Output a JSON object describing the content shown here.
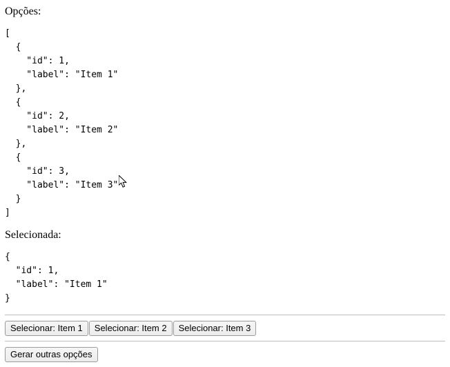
{
  "sections": {
    "options": {
      "heading": "Opções:",
      "json_text": "[\n  {\n    \"id\": 1,\n    \"label\": \"Item 1\"\n  },\n  {\n    \"id\": 2,\n    \"label\": \"Item 2\"\n  },\n  {\n    \"id\": 3,\n    \"label\": \"Item 3\"\n  }\n]"
    },
    "selected": {
      "heading": "Selecionada:",
      "json_text": "{\n  \"id\": 1,\n  \"label\": \"Item 1\"\n}"
    }
  },
  "data": {
    "options": [
      {
        "id": 1,
        "label": "Item 1"
      },
      {
        "id": 2,
        "label": "Item 2"
      },
      {
        "id": 3,
        "label": "Item 3"
      }
    ],
    "selected": {
      "id": 1,
      "label": "Item 1"
    }
  },
  "buttons": {
    "select_item_1": "Selecionar: Item 1",
    "select_item_2": "Selecionar: Item 2",
    "select_item_3": "Selecionar: Item 3",
    "regenerate": "Gerar outras opções"
  },
  "colors": {
    "background": "#ffffff",
    "text": "#000000",
    "rule": "#bdbdbd",
    "button_face": "#efefef",
    "button_border": "#9a9a9a"
  }
}
